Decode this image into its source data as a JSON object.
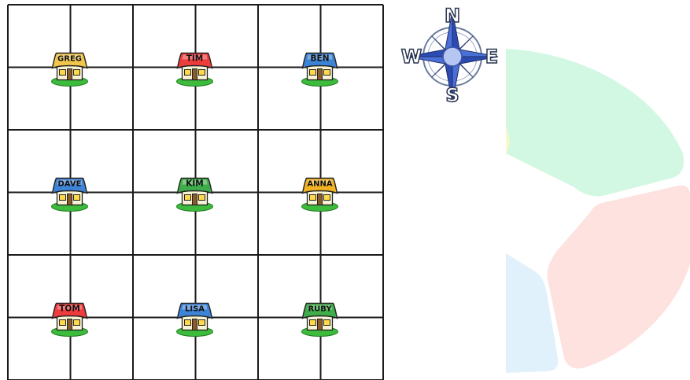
{
  "compass": {
    "north": "N",
    "south": "S",
    "east": "E",
    "west": "W"
  },
  "grid": {
    "rows": 3,
    "cols": 3
  },
  "houses": [
    {
      "name": "GREG",
      "roof_color": "#f2c64a",
      "row": 0,
      "col": 0
    },
    {
      "name": "TIM",
      "roof_color": "#ee3b3b",
      "row": 0,
      "col": 1
    },
    {
      "name": "BEN",
      "roof_color": "#3d83d6",
      "row": 0,
      "col": 2
    },
    {
      "name": "DAVE",
      "roof_color": "#3d83d6",
      "row": 1,
      "col": 0
    },
    {
      "name": "KIM",
      "roof_color": "#3fae4a",
      "row": 1,
      "col": 1
    },
    {
      "name": "ANNA",
      "roof_color": "#f2b323",
      "row": 1,
      "col": 2
    },
    {
      "name": "TOM",
      "roof_color": "#ee3b3b",
      "row": 2,
      "col": 0
    },
    {
      "name": "LISA",
      "roof_color": "#3d83d6",
      "row": 2,
      "col": 1
    },
    {
      "name": "RUBY",
      "roof_color": "#3fae4a",
      "row": 2,
      "col": 2
    }
  ],
  "colors": {
    "grid_line": "#1a1a1a",
    "compass_blue": "#4a6fd6",
    "sector_green": "#d2f8e4",
    "sector_red": "#fde2df",
    "sector_blue": "#e0f1fb",
    "sector_yellow": "#fbf7c9"
  }
}
